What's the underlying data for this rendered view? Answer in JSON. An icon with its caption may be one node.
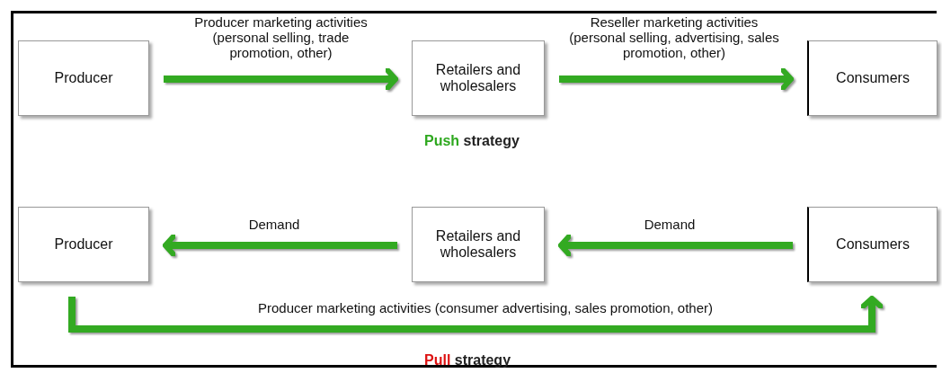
{
  "diagram": {
    "nodes": [
      {
        "text": [
          "Producer"
        ]
      },
      {
        "text": [
          "Retailers and wholesalers"
        ]
      },
      {
        "text": [
          "Consumers"
        ]
      },
      {
        "text": [
          "Producer"
        ]
      },
      {
        "text": [
          "Retailers and wholesalers"
        ]
      },
      {
        "text": [
          "Consumers"
        ]
      }
    ],
    "edges": [
      {
        "from": 0,
        "to": 1,
        "arrow": "to",
        "label": "Producer marketing activities (personal selling, trade promotion, other)"
      },
      {
        "from": 1,
        "to": 2,
        "arrow": "to",
        "label": "Reseller marketing activities (personal selling, advertising, sales promotion, other)"
      },
      {
        "from": 4,
        "to": 3,
        "arrow": "to",
        "label": "Demand"
      },
      {
        "from": 5,
        "to": 4,
        "arrow": "to",
        "label": "Demand"
      },
      {
        "from": 3,
        "to": 5,
        "arrow": "to",
        "label": "Producer marketing activities (consumer advertising, sales promotion, other)"
      }
    ],
    "labels": [
      "Push strategy",
      "Pull strategy"
    ]
  }
}
